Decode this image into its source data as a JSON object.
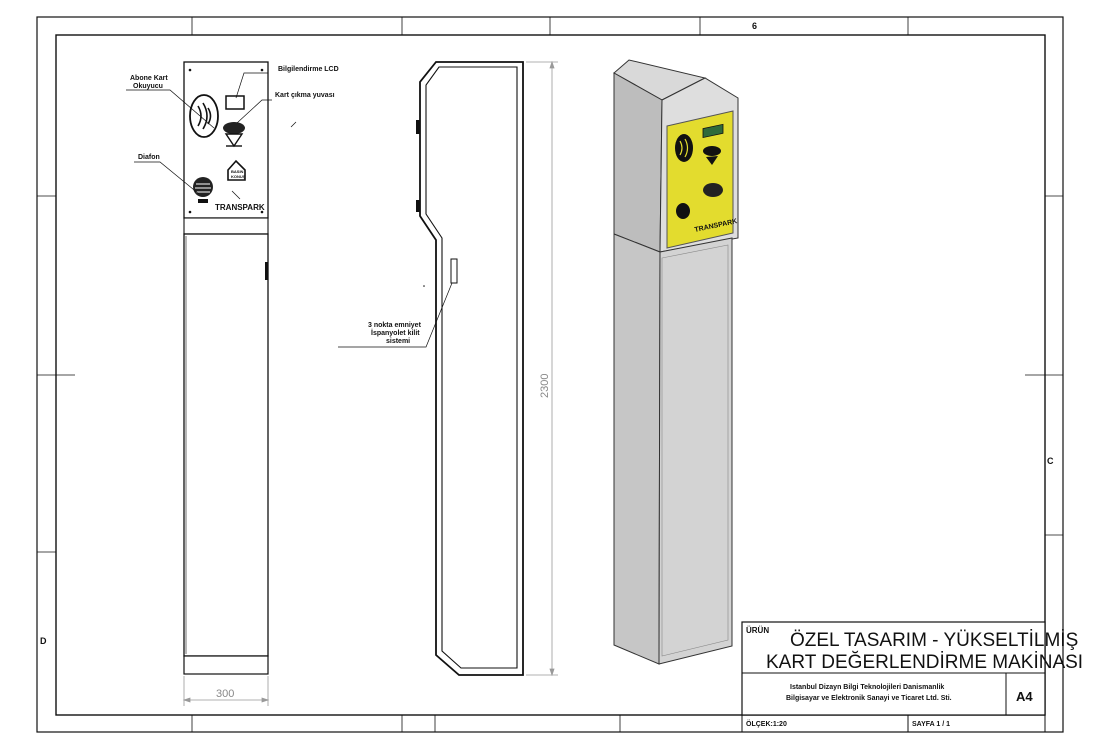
{
  "drawing": {
    "callouts": {
      "card_reader": [
        "Abone Kart",
        "Okuyucu"
      ],
      "lcd": "Bilgilendirme LCD",
      "card_slot": "Kart çıkma yuvası",
      "intercom": "Diafon",
      "lock": [
        "3 nokta emniyet",
        "İspanyolet kilit",
        "sistemi"
      ]
    },
    "dimensions": {
      "width": "300",
      "height": "2300"
    },
    "brand": "TRANSPARK",
    "button_text": [
      "BASIN",
      "KONUŞ"
    ],
    "zone_letters": {
      "top": "6",
      "right": "C",
      "left": "D"
    }
  },
  "title_block": {
    "product_label": "ÜRÜN",
    "title_line1": "ÖZEL TASARIM - YÜKSELTİLMİŞ",
    "title_line2": "KART DEĞERLENDİRME MAKİNASI",
    "company_line1": "Istanbul Dizayn Bilgi Teknolojileri Danismanlik",
    "company_line2": "Bilgisayar ve Elektronik Sanayi ve Ticaret Ltd. Sti.",
    "paper_size": "A4",
    "scale": "ÖLÇEK:1:20",
    "page": "SAYFA 1 / 1"
  },
  "colors": {
    "panel_yellow": "#e3dc2e",
    "body_grey": "#cfcfcf",
    "lcd_green": "#2f6a3a"
  }
}
